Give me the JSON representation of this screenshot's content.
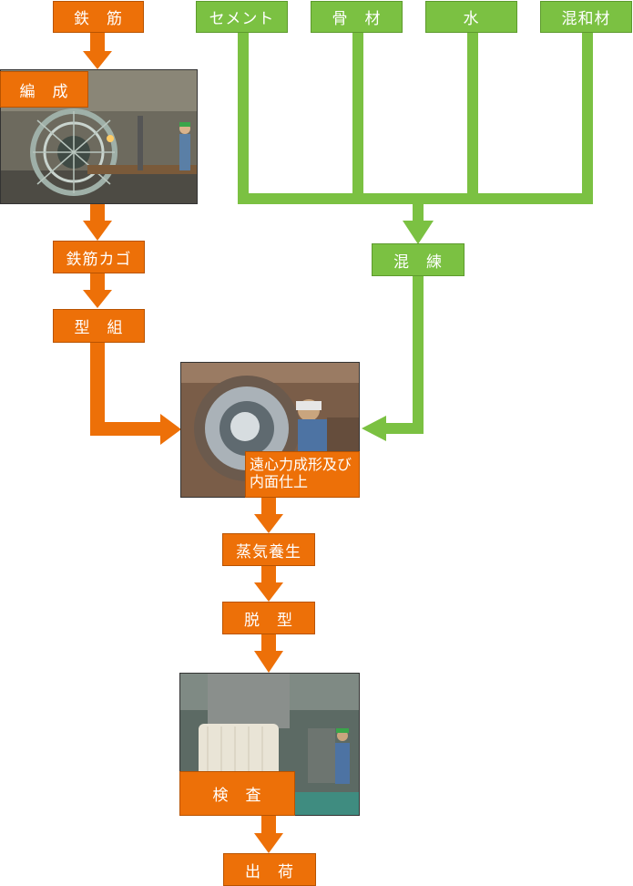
{
  "raw_materials": {
    "rebar": "鉄　筋",
    "cement": "セメント",
    "aggregate": "骨　材",
    "water": "水",
    "admixture": "混和材"
  },
  "steps": {
    "knitting": "編　成",
    "rebar_cage": "鉄筋カゴ",
    "mold_assembly": "型　組",
    "mixing": "混　練",
    "centrifugal": "遠心力成形及び内面仕上",
    "steam_curing": "蒸気養生",
    "demold": "脱　型",
    "inspection": "検　査",
    "shipping": "出　荷"
  },
  "colors": {
    "orange": "#ED7008",
    "green": "#7BC142"
  }
}
